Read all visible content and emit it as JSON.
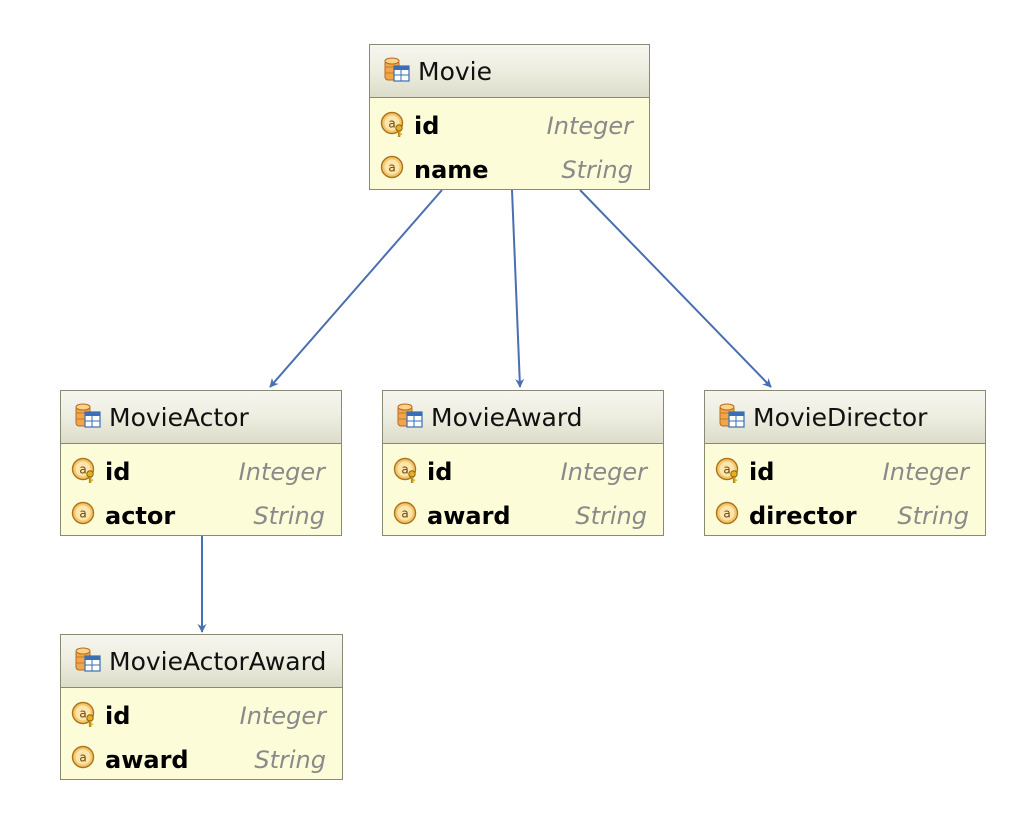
{
  "diagram": {
    "line_color": "#4a6fb0",
    "entities": [
      {
        "key": "movie",
        "name": "Movie",
        "attributes": [
          {
            "name": "id",
            "type": "Integer",
            "primary_key": true
          },
          {
            "name": "name",
            "type": "String",
            "primary_key": false
          }
        ]
      },
      {
        "key": "actor",
        "name": "MovieActor",
        "attributes": [
          {
            "name": "id",
            "type": "Integer",
            "primary_key": true
          },
          {
            "name": "actor",
            "type": "String",
            "primary_key": false
          }
        ]
      },
      {
        "key": "award",
        "name": "MovieAward",
        "attributes": [
          {
            "name": "id",
            "type": "Integer",
            "primary_key": true
          },
          {
            "name": "award",
            "type": "String",
            "primary_key": false
          }
        ]
      },
      {
        "key": "director",
        "name": "MovieDirector",
        "attributes": [
          {
            "name": "id",
            "type": "Integer",
            "primary_key": true
          },
          {
            "name": "director",
            "type": "String",
            "primary_key": false
          }
        ]
      },
      {
        "key": "actoraward",
        "name": "MovieActorAward",
        "attributes": [
          {
            "name": "id",
            "type": "Integer",
            "primary_key": true
          },
          {
            "name": "award",
            "type": "String",
            "primary_key": false
          }
        ]
      }
    ],
    "relations": [
      {
        "from": "Movie",
        "to": "MovieActor"
      },
      {
        "from": "Movie",
        "to": "MovieAward"
      },
      {
        "from": "Movie",
        "to": "MovieDirector"
      },
      {
        "from": "MovieActor",
        "to": "MovieActorAward"
      }
    ]
  }
}
